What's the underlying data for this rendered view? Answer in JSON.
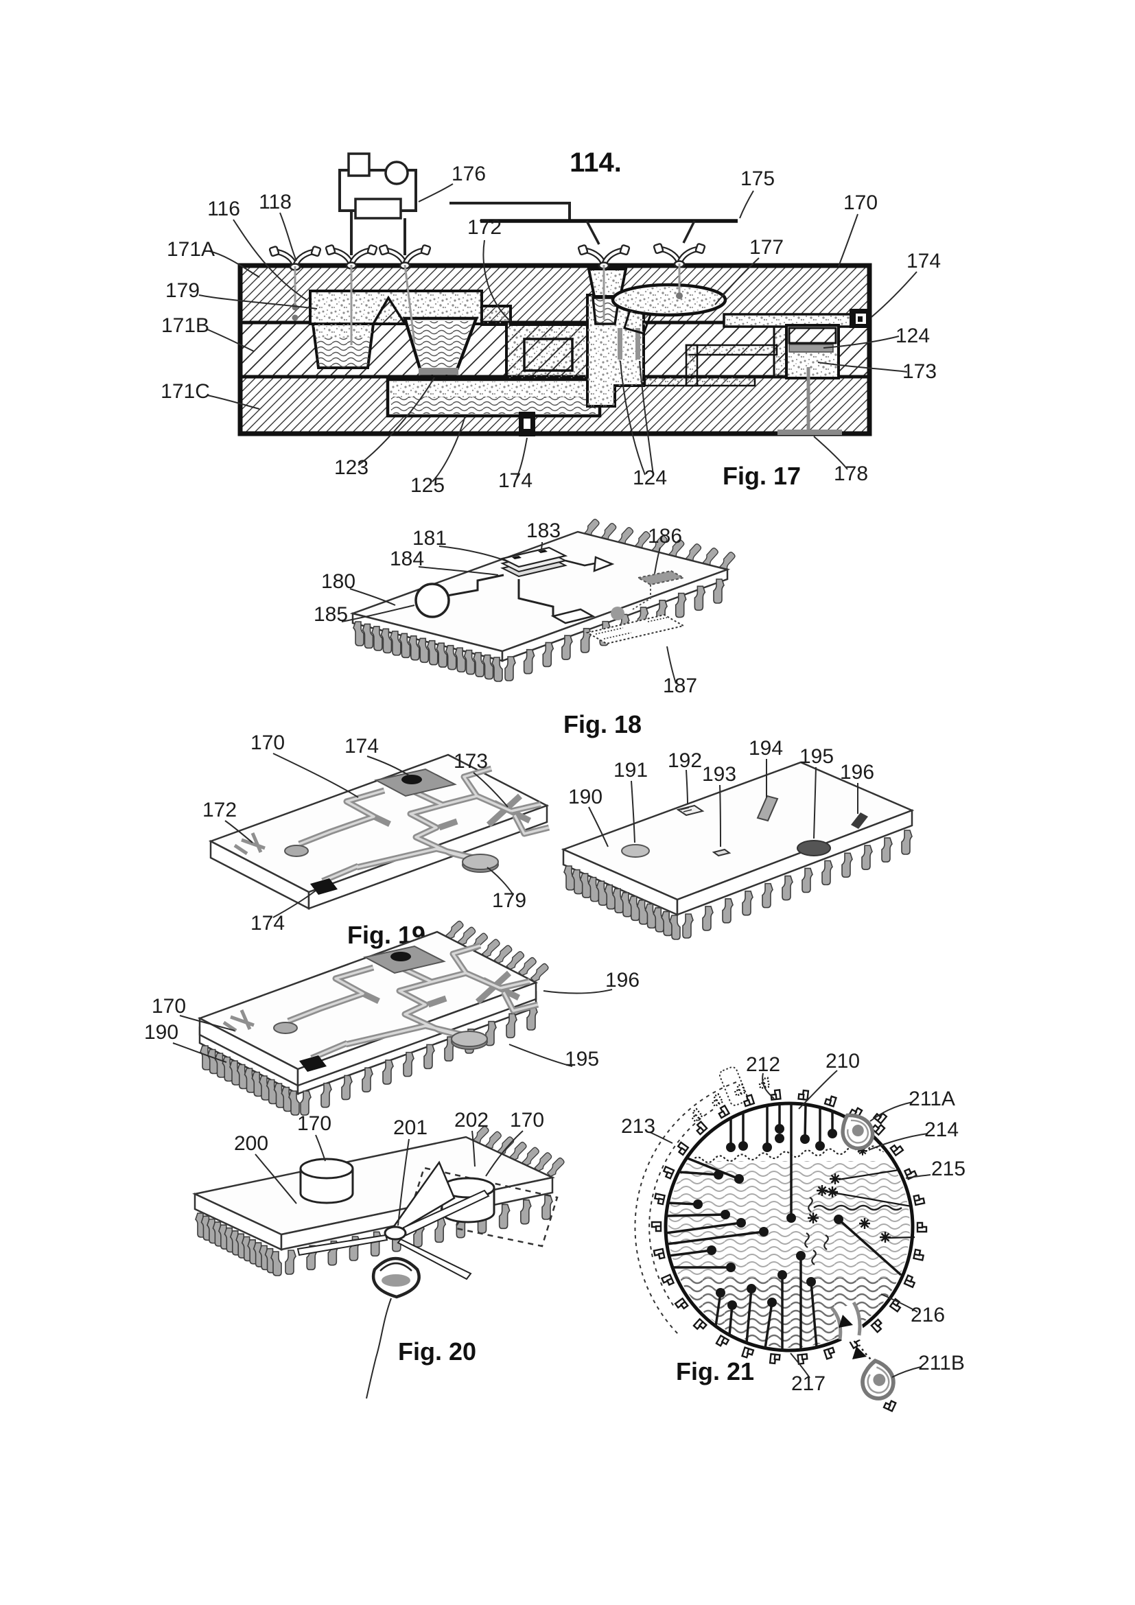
{
  "page": {
    "title": "114."
  },
  "colors": {
    "ink": "#111111",
    "gray": "#8a8a8a",
    "light_gray": "#b8b8b8",
    "pin_gray": "#a8a8a8"
  },
  "fig17": {
    "caption": "Fig. 17",
    "labels": [
      "116",
      "118",
      "176",
      "175",
      "170",
      "171A",
      "179",
      "171B",
      "171C",
      "172",
      "177",
      "174",
      "124",
      "173",
      "123",
      "125",
      "174",
      "124",
      "178"
    ]
  },
  "fig18": {
    "caption": "Fig. 18",
    "labels": [
      "181",
      "183",
      "184",
      "186",
      "180",
      "185",
      "187"
    ]
  },
  "fig19": {
    "caption": "Fig. 19",
    "left_labels": [
      "170",
      "174",
      "173",
      "172",
      "174",
      "179"
    ],
    "right_labels": [
      "190",
      "191",
      "192",
      "193",
      "194",
      "195",
      "196"
    ]
  },
  "fig19b": {
    "labels": [
      "196",
      "170",
      "190",
      "195"
    ]
  },
  "fig20": {
    "caption": "Fig. 20",
    "labels": [
      "200",
      "170",
      "201",
      "202",
      "170"
    ]
  },
  "fig21": {
    "caption": "Fig. 21",
    "labels": [
      "212",
      "210",
      "211A",
      "214",
      "215",
      "213",
      "216",
      "217",
      "211B"
    ]
  }
}
